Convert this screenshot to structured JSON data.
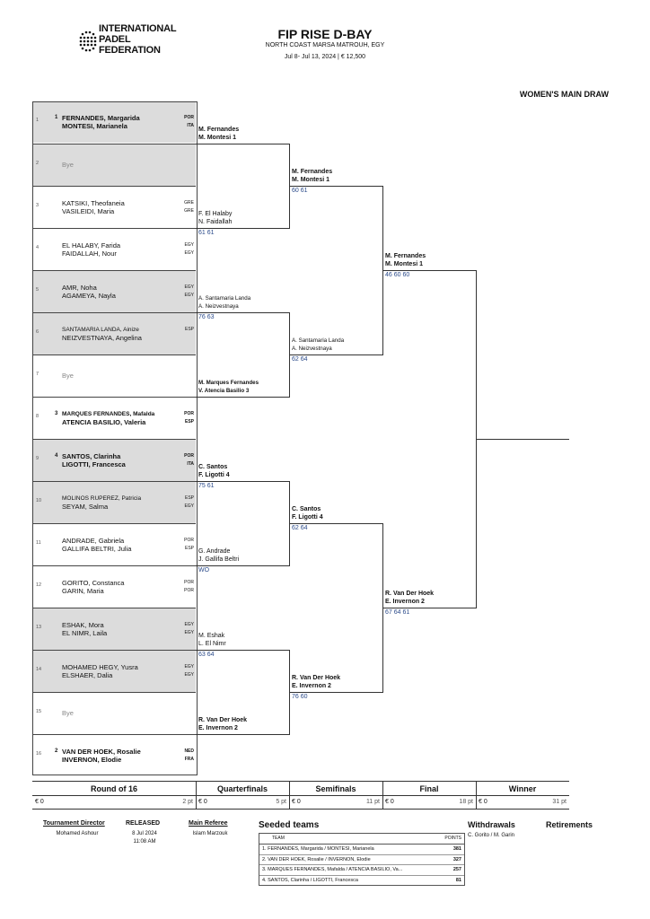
{
  "header": {
    "logo_text": "INTERNATIONAL\nPADEL\nFEDERATION",
    "title": "FIP RISE D-BAY",
    "location": "NORTH COAST MARSA MATROUH, EGY",
    "dates": "Jul 8- Jul 13, 2024  |  € 12,500",
    "draw_name": "WOMEN'S MAIN DRAW"
  },
  "slots": [
    {
      "num": "1",
      "seed": "1",
      "p1": "FERNANDES, Margarida",
      "p2": "MONTESI, Marianela",
      "n1": "POR",
      "n2": "ITA",
      "bold": true,
      "grey": true
    },
    {
      "num": "2",
      "seed": "",
      "p1": "Bye",
      "p2": "",
      "n1": "",
      "n2": "",
      "bye": true,
      "grey": true
    },
    {
      "num": "3",
      "seed": "",
      "p1": "KATSIKI, Theofaneia",
      "p2": "VASILEIDI, Maria",
      "n1": "GRE",
      "n2": "GRE"
    },
    {
      "num": "4",
      "seed": "",
      "p1": "EL HALABY, Farida",
      "p2": "FAIDALLAH, Nour",
      "n1": "EGY",
      "n2": "EGY"
    },
    {
      "num": "5",
      "seed": "",
      "p1": "AMR, Noha",
      "p2": "AGAMEYA, Nayla",
      "n1": "EGY",
      "n2": "EGY",
      "grey": true
    },
    {
      "num": "6",
      "seed": "",
      "p1": "SANTAMARIA LANDA, Ainize",
      "p2": "NEIZVESTNAYA, Angelina",
      "n1": "ESP",
      "n2": "",
      "grey": true,
      "small1": true
    },
    {
      "num": "7",
      "seed": "",
      "p1": "Bye",
      "p2": "",
      "n1": "",
      "n2": "",
      "bye": true
    },
    {
      "num": "8",
      "seed": "3",
      "p1": "MARQUES FERNANDES, Mafalda",
      "p2": "ATENCIA BASILIO, Valeria",
      "n1": "POR",
      "n2": "ESP",
      "bold": true,
      "small1": true
    },
    {
      "num": "9",
      "seed": "4",
      "p1": "SANTOS, Clarinha",
      "p2": "LIGOTTI, Francesca",
      "n1": "POR",
      "n2": "ITA",
      "bold": true,
      "grey": true
    },
    {
      "num": "10",
      "seed": "",
      "p1": "MOLINOS RUPEREZ, Patricia",
      "p2": "SEYAM, Salma",
      "n1": "ESP",
      "n2": "EGY",
      "grey": true,
      "small1": true
    },
    {
      "num": "11",
      "seed": "",
      "p1": "ANDRADE, Gabriela",
      "p2": "GALLIFA BELTRI, Julia",
      "n1": "POR",
      "n2": "ESP"
    },
    {
      "num": "12",
      "seed": "",
      "p1": "GORITO, Constanca",
      "p2": "GARIN, Maria",
      "n1": "POR",
      "n2": "POR"
    },
    {
      "num": "13",
      "seed": "",
      "p1": "ESHAK, Mora",
      "p2": "EL NIMR, Laila",
      "n1": "EGY",
      "n2": "EGY",
      "grey": true
    },
    {
      "num": "14",
      "seed": "",
      "p1": "MOHAMED HEGY, Yusra",
      "p2": "ELSHAER, Dalia",
      "n1": "EGY",
      "n2": "EGY",
      "grey": true
    },
    {
      "num": "15",
      "seed": "",
      "p1": "Bye",
      "p2": "",
      "n1": "",
      "n2": "",
      "bye": true
    },
    {
      "num": "16",
      "seed": "2",
      "p1": "VAN DER HOEK, Rosalie",
      "p2": "INVERNON, Elodie",
      "n1": "NED",
      "n2": "FRA",
      "bold": true
    }
  ],
  "round2": [
    {
      "p1": "M. Fernandes",
      "p2": "M. Montesi  1",
      "score": "",
      "bold": true
    },
    {
      "p1": "F. El Halaby",
      "p2": "N. Faidallah",
      "score": "61 61"
    },
    {
      "p1": "A. Santamaria Landa",
      "p2": "A. Neizvestnaya",
      "score": "76 63",
      "small": true
    },
    {
      "p1": "M. Marques Fernandes",
      "p2": "V. Atencia Basilio  3",
      "score": "",
      "bold": true,
      "small": true
    },
    {
      "p1": "C. Santos",
      "p2": "F. Ligotti  4",
      "score": "75 61",
      "bold": true
    },
    {
      "p1": "G. Andrade",
      "p2": "J. Gallifa Beltri",
      "score": "WO"
    },
    {
      "p1": "M. Eshak",
      "p2": "L. El Nimr",
      "score": "63 64"
    },
    {
      "p1": "R. Van Der Hoek",
      "p2": "E. Invernon  2",
      "score": "",
      "bold": true
    }
  ],
  "round3": [
    {
      "p1": "M. Fernandes",
      "p2": "M. Montesi  1",
      "score": "60 61",
      "bold": true
    },
    {
      "p1": "A. Santamaria Landa",
      "p2": "A. Neizvestnaya",
      "score": "62 64",
      "small": true
    },
    {
      "p1": "C. Santos",
      "p2": "F. Ligotti  4",
      "score": "62 64",
      "bold": true
    },
    {
      "p1": "R. Van Der Hoek",
      "p2": "E. Invernon  2",
      "score": "76 60",
      "bold": true
    }
  ],
  "round4": [
    {
      "p1": "M. Fernandes",
      "p2": "M. Montesi  1",
      "score": "46 60 60",
      "bold": true
    },
    {
      "p1": "R. Van Der Hoek",
      "p2": "E. Invernon  2",
      "score": "67 64 61",
      "bold": true
    }
  ],
  "footer_rounds": [
    {
      "name": "Round of 16",
      "eur": "€ 0",
      "pts": "2 pt"
    },
    {
      "name": "Quarterfinals",
      "eur": "€ 0",
      "pts": "5 pt"
    },
    {
      "name": "Semifinals",
      "eur": "€ 0",
      "pts": "11 pt"
    },
    {
      "name": "Final",
      "eur": "€ 0",
      "pts": "18 pt"
    },
    {
      "name": "Winner",
      "eur": "€ 0",
      "pts": "31 pt"
    }
  ],
  "officials": {
    "director_label": "Tournament Director",
    "director": "Mohamed Ashour",
    "released_label": "RELEASED",
    "released_date": "8 Jul 2024",
    "released_time": "11:08 AM",
    "referee_label": "Main Referee",
    "referee": "Islam Marzouk"
  },
  "seeded": {
    "title": "Seeded teams",
    "col_team": "TEAM",
    "col_points": "POINTS",
    "rows": [
      {
        "team": "1.  FERNANDES, Margarida / MONTESI, Marianela",
        "points": "381"
      },
      {
        "team": "2.  VAN DER HOEK, Rosalie / INVERNON, Elodie",
        "points": "327"
      },
      {
        "team": "3.  MARQUES FERNANDES, Mafalda / ATENCIA BASILIO, Va...",
        "points": "257"
      },
      {
        "team": "4.  SANTOS, Clarinha / LIGOTTI, Francesca",
        "points": "81"
      }
    ]
  },
  "withdrawals": {
    "title": "Withdrawals",
    "entry": "C. Gorito / M. Garin"
  },
  "retirements": {
    "title": "Retirements"
  }
}
